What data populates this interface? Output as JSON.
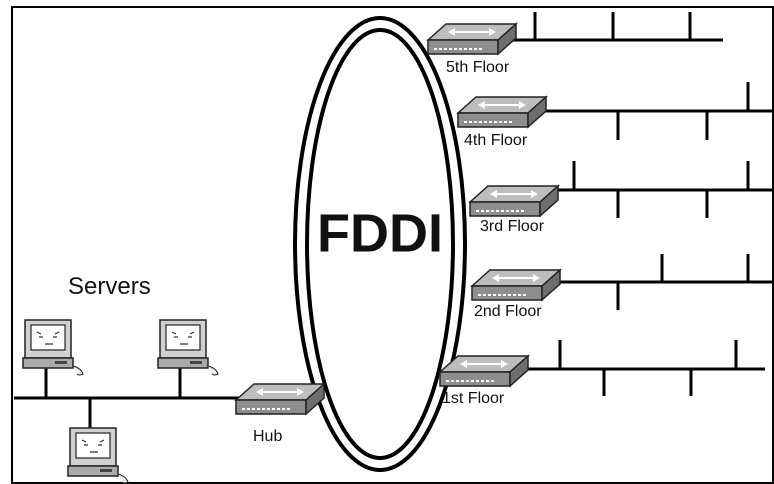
{
  "diagram": {
    "ring_label": "FDDI",
    "servers_label": "Servers",
    "hub_label": "Hub",
    "floors": [
      {
        "label": "5th Floor"
      },
      {
        "label": "4th Floor"
      },
      {
        "label": "3rd Floor"
      },
      {
        "label": "2nd Floor"
      },
      {
        "label": "1st Floor"
      }
    ]
  }
}
